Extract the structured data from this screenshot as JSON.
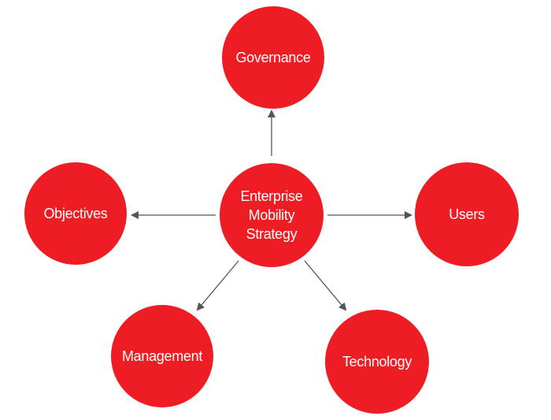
{
  "colors": {
    "node_fill": "#ee1d23",
    "node_text": "#ffffff",
    "edge": "#555555"
  },
  "center": {
    "label": "Enterprise\nMobility\nStrategy"
  },
  "nodes": {
    "governance": "Governance",
    "objectives": "Objectives",
    "users": "Users",
    "management": "Management",
    "technology": "Technology"
  }
}
